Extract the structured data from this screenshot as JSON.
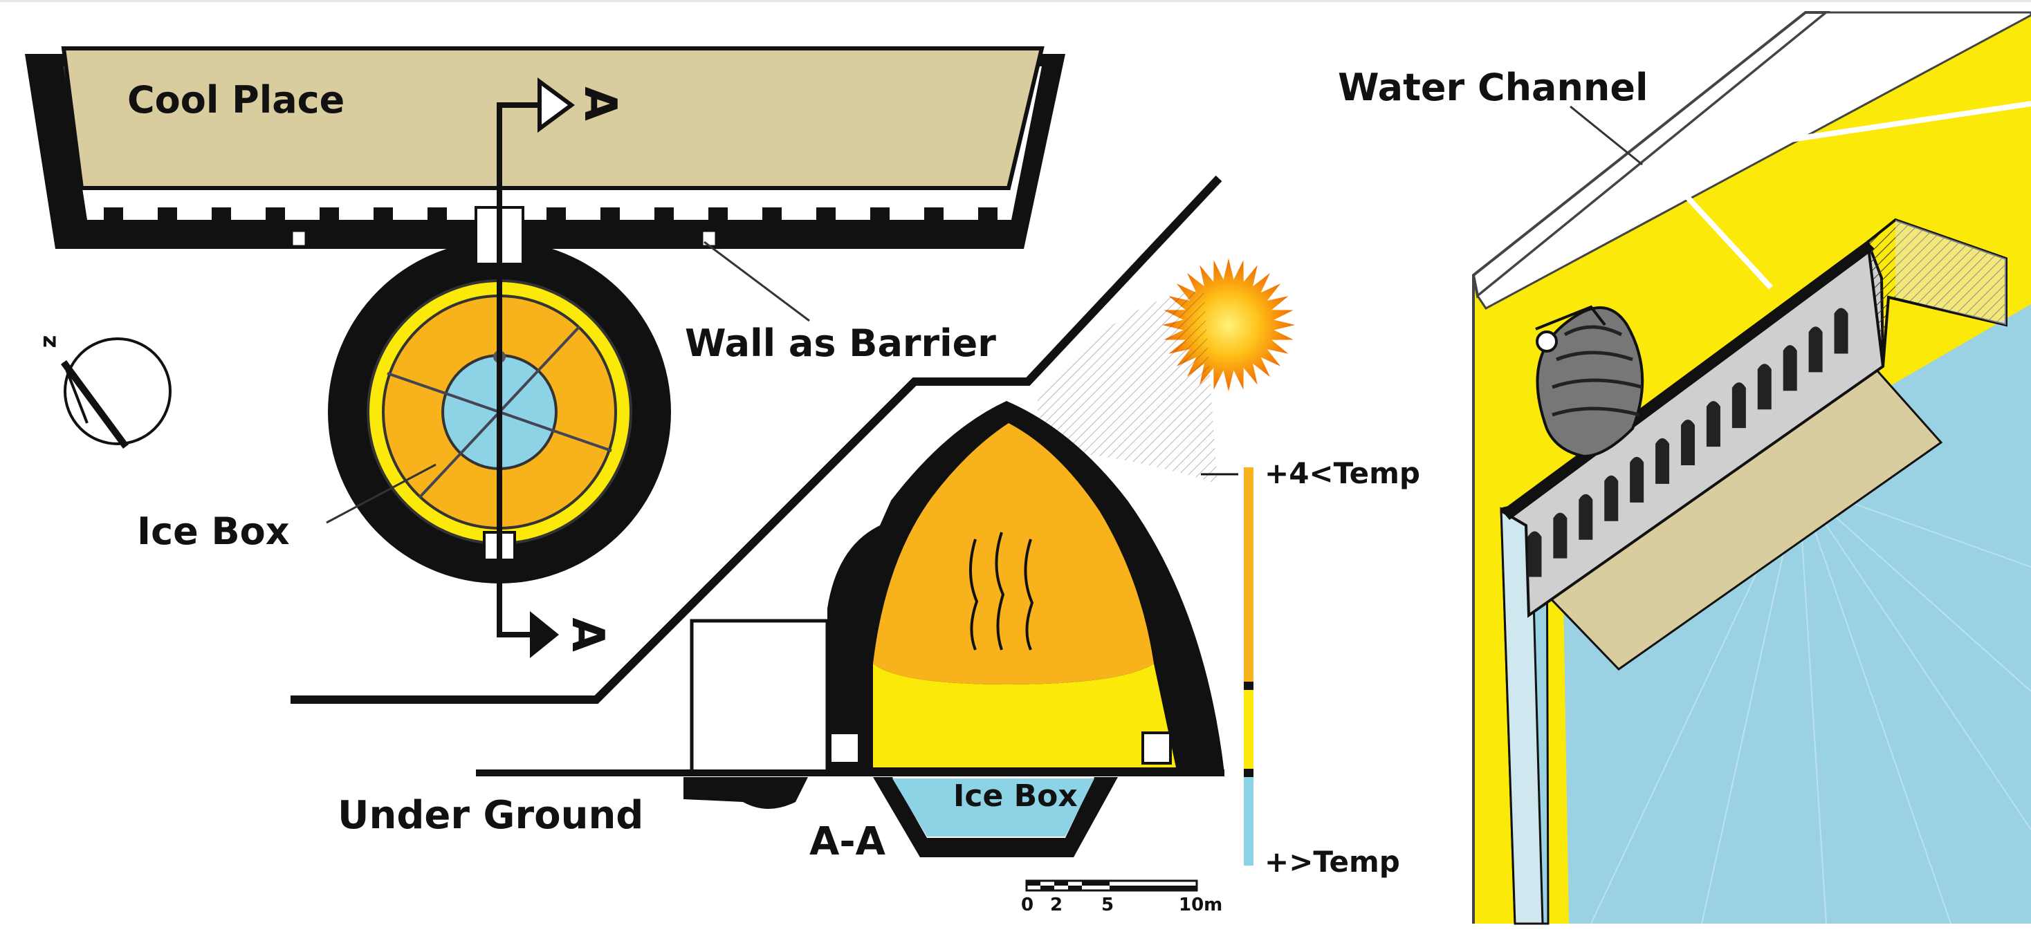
{
  "plan": {
    "cool_place": "Cool Place",
    "section_marker_top": "A",
    "section_marker_bottom": "A",
    "wall_label": "Wall as Barrier",
    "ice_box_label": "Ice Box",
    "north_mark": "z"
  },
  "section": {
    "title": "A-A",
    "under_ground": "Under Ground",
    "ice_box_label": "Ice Box",
    "temp_high": "+4<Temp",
    "temp_low": "+>Temp",
    "scale_labels": [
      "0",
      "2",
      "5",
      "10m"
    ]
  },
  "view3d": {
    "water_channel": "Water Channel"
  },
  "colors": {
    "sand": "#d9cc9e",
    "orange": "#f7b21c",
    "yellow": "#fbe90a",
    "ice": "#8dd3e6",
    "water": "#9bd2e3",
    "black": "#111111"
  }
}
